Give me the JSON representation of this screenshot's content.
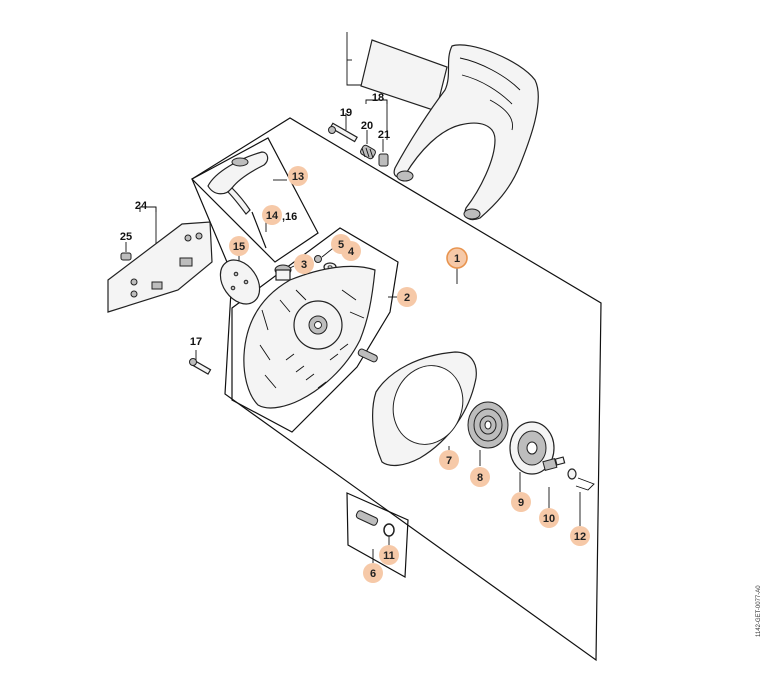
{
  "diagram": {
    "drawing_code": "1142-GET-0077-A0",
    "colors": {
      "callout_fill": "#f6c9a8",
      "callout_outline": "#e8944f",
      "line": "#111111",
      "part_fill": "#f4f4f4",
      "part_shade": "#bdbdbd"
    },
    "callouts": [
      {
        "id": "1",
        "label": "1",
        "style": "outlined"
      },
      {
        "id": "2",
        "label": "2",
        "style": "filled"
      },
      {
        "id": "3",
        "label": "3",
        "style": "filled"
      },
      {
        "id": "4",
        "label": "4",
        "style": "filled"
      },
      {
        "id": "5",
        "label": "5",
        "style": "filled"
      },
      {
        "id": "6",
        "label": "6",
        "style": "filled"
      },
      {
        "id": "7",
        "label": "7",
        "style": "filled"
      },
      {
        "id": "8",
        "label": "8",
        "style": "filled"
      },
      {
        "id": "9",
        "label": "9",
        "style": "filled"
      },
      {
        "id": "10",
        "label": "10",
        "style": "filled"
      },
      {
        "id": "11",
        "label": "11",
        "style": "filled"
      },
      {
        "id": "12",
        "label": "12",
        "style": "filled"
      },
      {
        "id": "13",
        "label": "13",
        "style": "filled"
      },
      {
        "id": "14",
        "label": "14",
        "style": "filled"
      },
      {
        "id": "15",
        "label": "15",
        "style": "filled"
      },
      {
        "id": "16",
        "label": ",16",
        "style": "plain"
      },
      {
        "id": "17",
        "label": "17",
        "style": "plain"
      },
      {
        "id": "18",
        "label": "18",
        "style": "plain"
      },
      {
        "id": "19",
        "label": "19",
        "style": "plain"
      },
      {
        "id": "20",
        "label": "20",
        "style": "plain"
      },
      {
        "id": "21",
        "label": "21",
        "style": "plain"
      },
      {
        "id": "24",
        "label": "24",
        "style": "plain"
      },
      {
        "id": "25",
        "label": "25",
        "style": "plain"
      }
    ]
  }
}
